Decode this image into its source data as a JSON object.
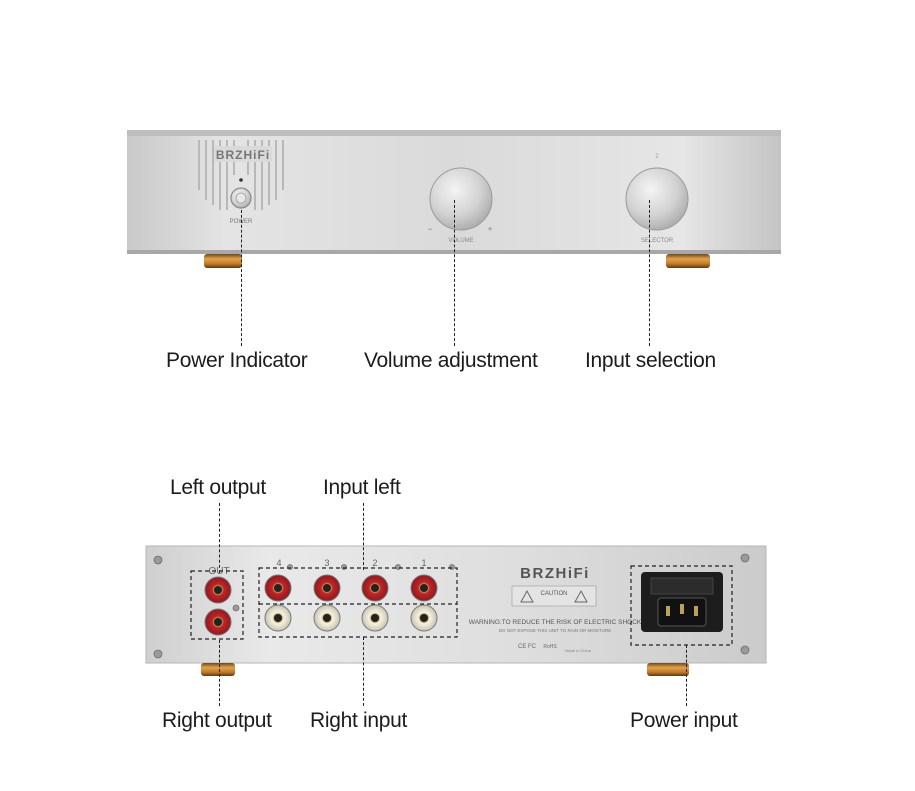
{
  "front": {
    "brand": "BRZHiFi",
    "power_caption": "POWER",
    "volume_caption": "VOLUME",
    "volume_minus": "−",
    "volume_plus": "+",
    "selector_caption": "SELECTOR"
  },
  "rear": {
    "brand": "BRZHiFi",
    "out_label": "OUT",
    "input_numbers": [
      "4",
      "3",
      "2",
      "1"
    ],
    "caution_label": "CAUTION",
    "warning_text": "WARNING:TO REDUCE THE RISK OF ELECTRIC SHOCK",
    "warning_subtext": "DO NOT EXPOSE THIS UNIT TO RAIN OR MOISTURE",
    "cert_text": "CE FC",
    "rohs_text": "RoHS",
    "made_in": "Made in China"
  },
  "labels": {
    "power_indicator": "Power Indicator",
    "volume_adjustment": "Volume adjustment",
    "input_selection": "Input selection",
    "left_output": "Left output",
    "input_left": "Input left",
    "right_output": "Right output",
    "right_input": "Right input",
    "power_input": "Power input"
  },
  "colors": {
    "chassis": "#dcdcdc",
    "jack_red": "#c0252b",
    "jack_white": "#f2f0e8",
    "gold": "#c98a35"
  }
}
